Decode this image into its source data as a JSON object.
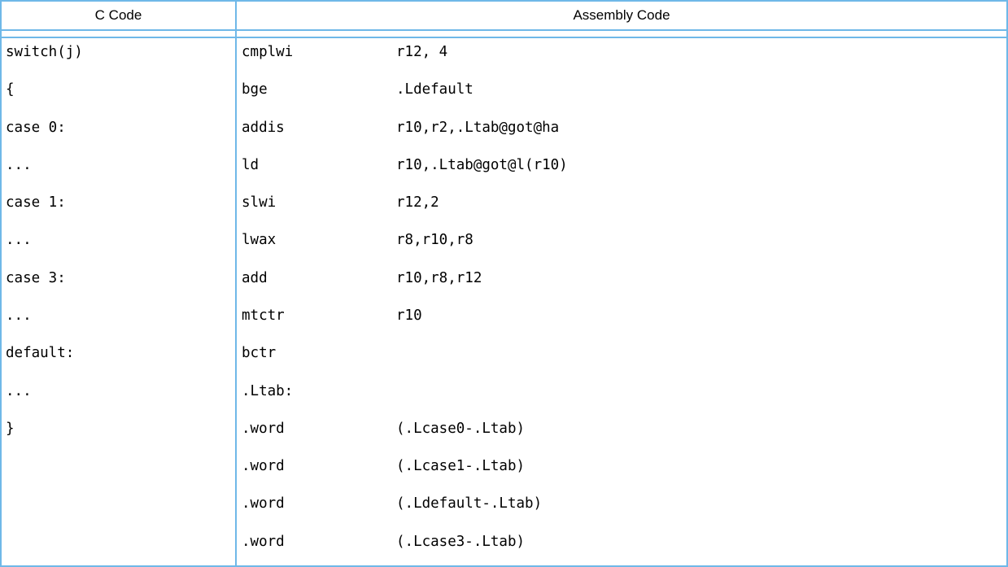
{
  "table": {
    "border_color": "#6fb8e8",
    "text_color": "#000000",
    "header": {
      "c_code_label": "C Code",
      "assembly_label": "Assembly Code"
    },
    "c_code_lines": [
      "switch(j)",
      "{",
      "case 0:",
      "...",
      "case 1:",
      "...",
      "case 3:",
      "...",
      "default:",
      "...",
      "}"
    ],
    "assembly_lines": [
      {
        "mnemonic": "cmplwi",
        "operands": "r12, 4"
      },
      {
        "mnemonic": "bge",
        "operands": ".Ldefault"
      },
      {
        "mnemonic": "addis",
        "operands": "r10,r2,.Ltab@got@ha"
      },
      {
        "mnemonic": "ld",
        "operands": "r10,.Ltab@got@l(r10)"
      },
      {
        "mnemonic": "slwi",
        "operands": "r12,2"
      },
      {
        "mnemonic": "lwax",
        "operands": "r8,r10,r8"
      },
      {
        "mnemonic": "add",
        "operands": "r10,r8,r12"
      },
      {
        "mnemonic": "mtctr",
        "operands": "r10"
      },
      {
        "mnemonic": "bctr",
        "operands": ""
      },
      {
        "mnemonic": ".Ltab:",
        "operands": ""
      },
      {
        "mnemonic": ".word",
        "operands": "(.Lcase0-.Ltab)"
      },
      {
        "mnemonic": ".word",
        "operands": "(.Lcase1-.Ltab)"
      },
      {
        "mnemonic": ".word",
        "operands": "(.Ldefault-.Ltab)"
      },
      {
        "mnemonic": ".word",
        "operands": "(.Lcase3-.Ltab)"
      }
    ]
  }
}
